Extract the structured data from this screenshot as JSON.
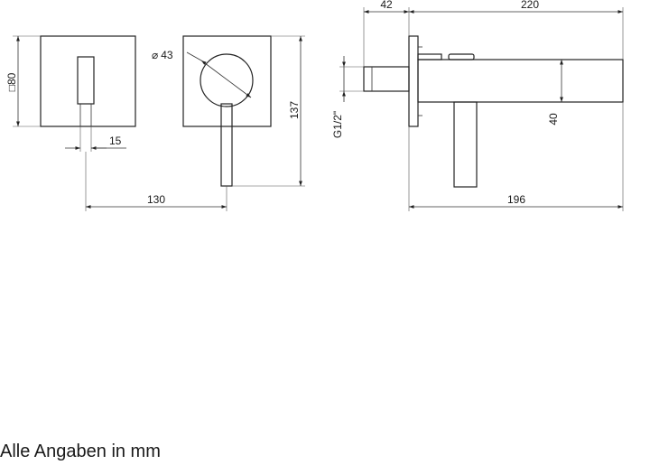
{
  "dimensions": {
    "box_size": "80",
    "box_size_symbol": "□",
    "slot_width": "15",
    "handle_offset": "130",
    "knob_diameter": "43",
    "diameter_symbol": "⌀",
    "plate_height": "137",
    "thread": "G1/2\"",
    "thread_depth": "42",
    "spout_total": "220",
    "spout_height": "40",
    "spout_projection": "196"
  },
  "footer": {
    "text": "Alle Angaben in mm"
  }
}
